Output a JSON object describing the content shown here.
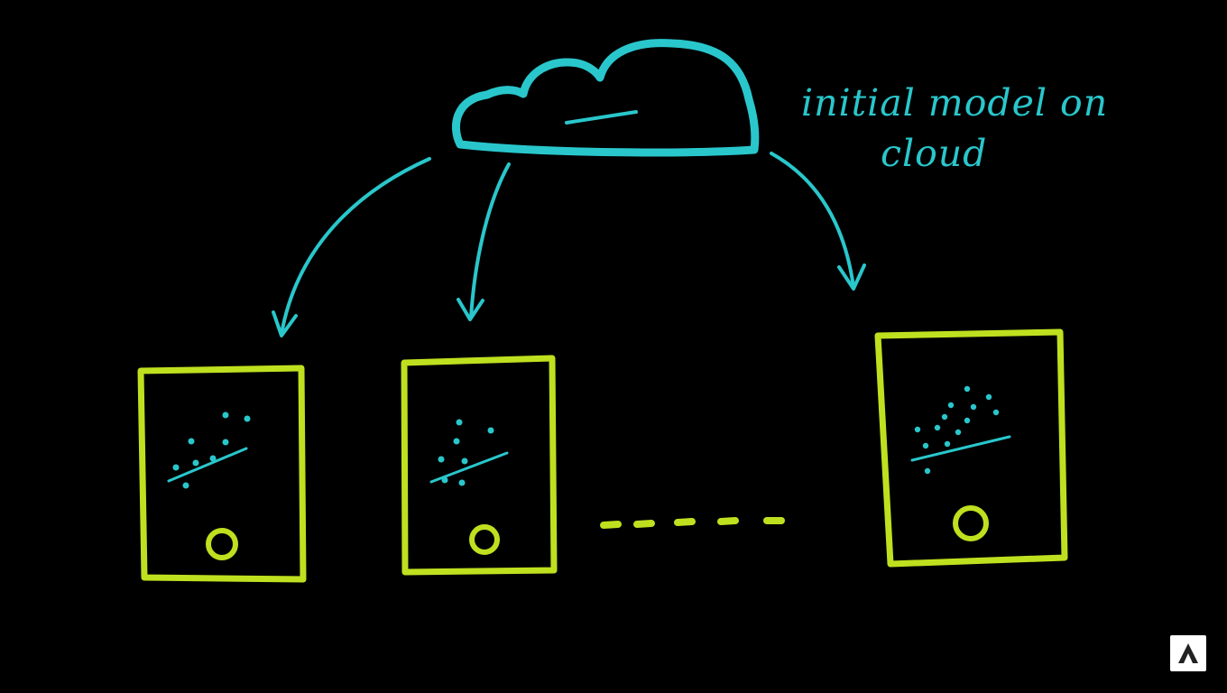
{
  "colors": {
    "background": "#000000",
    "cloud_and_arrows": "#29c7cc",
    "device": "#bfe01f",
    "dots": "#29c7cc",
    "logo_bg": "#ffffff",
    "logo_fg": "#222222"
  },
  "annotation": {
    "line1": "initial model on",
    "line2": "cloud"
  },
  "cloud": {
    "icon": "cloud-icon"
  },
  "devices": [
    {
      "name": "device-1",
      "icon": "phone-icon"
    },
    {
      "name": "device-2",
      "icon": "phone-icon"
    },
    {
      "name": "device-3",
      "icon": "phone-icon"
    }
  ],
  "ellipsis": {
    "icon": "dashes-ellipsis",
    "dash_count": 5
  },
  "logo": {
    "icon": "a-logo-icon"
  }
}
